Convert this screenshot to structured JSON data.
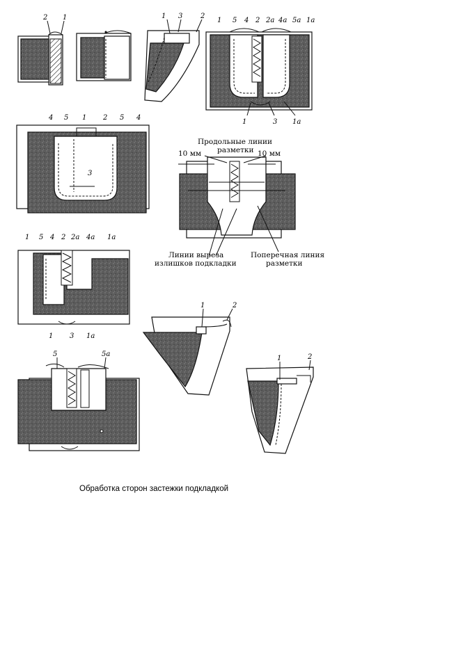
{
  "caption": "Обработка сторон застежки подкладкой",
  "annotations": {
    "longitudinal_lines_l1": "Продольные линии",
    "longitudinal_lines_l2": "разметки",
    "mm_left": "10 мм",
    "mm_right": "10 мм",
    "cut_lines_l1": "Линии выреза",
    "cut_lines_l2": "излишков подкладки",
    "transverse_line_l1": "Поперечная линия",
    "transverse_line_l2": "разметки"
  },
  "figure_a": {
    "labels": [
      "2",
      "1"
    ]
  },
  "figure_c": {
    "labels": [
      "1",
      "3",
      "2"
    ]
  },
  "figure_d": {
    "top_labels": [
      "1",
      "5",
      "4",
      "2",
      "2a",
      "4a",
      "5a",
      "1a"
    ],
    "bottom_labels": [
      "1",
      "3",
      "1a"
    ]
  },
  "figure_e": {
    "labels": [
      "4",
      "5",
      "1",
      "2",
      "5",
      "4",
      "3"
    ]
  },
  "figure_g": {
    "top_labels": [
      "1",
      "5",
      "4",
      "2",
      "2a",
      "4a",
      "1a"
    ],
    "bottom_labels": [
      "1",
      "3",
      "1a"
    ]
  },
  "figure_h": {
    "labels": [
      "5",
      "5a"
    ]
  },
  "figure_i": {
    "labels": [
      "1",
      "2"
    ]
  },
  "figure_j": {
    "labels": [
      "1",
      "2"
    ]
  },
  "colors": {
    "fabric": "#5a5a5a",
    "paper": "#ffffff",
    "ink": "#111111"
  }
}
